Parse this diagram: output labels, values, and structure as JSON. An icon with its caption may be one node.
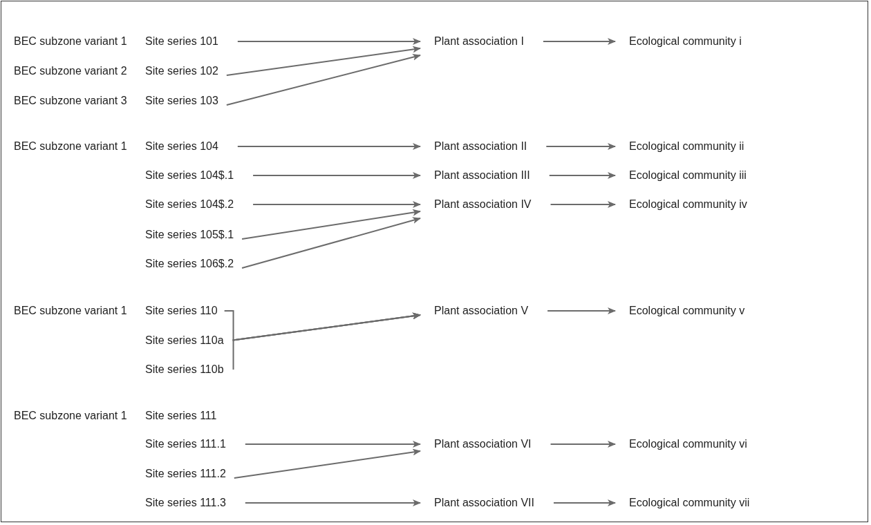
{
  "diagram": {
    "nodes": [
      {
        "text": [
          "Site series 101"
        ]
      },
      {
        "text": [
          "Plant association I"
        ]
      },
      {
        "text": [
          "Ecological community i"
        ]
      },
      {
        "text": [
          "Site series 102"
        ]
      },
      {
        "text": [
          "Site series 103"
        ]
      },
      {
        "text": [
          "Site series 104"
        ]
      },
      {
        "text": [
          "Plant association II"
        ]
      },
      {
        "text": [
          "Ecological community ii"
        ]
      },
      {
        "text": [
          "Site series 104$.1"
        ]
      },
      {
        "text": [
          "Plant association III"
        ]
      },
      {
        "text": [
          "Ecological community iii"
        ]
      },
      {
        "text": [
          "Site series 104$.2"
        ]
      },
      {
        "text": [
          "Plant association IV"
        ]
      },
      {
        "text": [
          "Ecological community iv"
        ]
      },
      {
        "text": [
          "Site series 105$.1"
        ]
      },
      {
        "text": [
          "Site series 106$.2"
        ]
      },
      {
        "text": [
          "Site series 110"
        ]
      },
      {
        "text": [
          "Plant association V"
        ]
      },
      {
        "text": [
          "Ecological community v"
        ]
      },
      {
        "text": [
          "Site series 110a"
        ]
      },
      {
        "text": [
          "Site series 110b"
        ]
      },
      {
        "text": [
          "Site series 111.1"
        ]
      },
      {
        "text": [
          "Plant association VI"
        ]
      },
      {
        "text": [
          "Ecological community vi"
        ]
      },
      {
        "text": [
          "Site series 111.2"
        ]
      },
      {
        "text": [
          "Site series 111.3"
        ]
      },
      {
        "text": [
          "Plant association VII"
        ]
      },
      {
        "text": [
          "Ecological community vii"
        ]
      }
    ],
    "edges": [
      {
        "from": 0,
        "to": 1,
        "arrow": "to"
      },
      {
        "from": 1,
        "to": 2,
        "arrow": "to"
      },
      {
        "from": 3,
        "to": 1,
        "arrow": "to"
      },
      {
        "from": 4,
        "to": 1,
        "arrow": "to"
      },
      {
        "from": 5,
        "to": 6,
        "arrow": "to"
      },
      {
        "from": 6,
        "to": 7,
        "arrow": "to"
      },
      {
        "from": 8,
        "to": 9,
        "arrow": "to"
      },
      {
        "from": 9,
        "to": 10,
        "arrow": "to"
      },
      {
        "from": 11,
        "to": 12,
        "arrow": "to"
      },
      {
        "from": 12,
        "to": 13,
        "arrow": "to"
      },
      {
        "from": 14,
        "to": 12,
        "arrow": "to"
      },
      {
        "from": 15,
        "to": 12,
        "arrow": "to"
      },
      {
        "from": 16,
        "to": 17,
        "arrow": "to"
      },
      {
        "from": 17,
        "to": 18,
        "arrow": "to"
      },
      {
        "from": 19,
        "to": 17,
        "arrow": "to"
      },
      {
        "from": 20,
        "to": 17,
        "arrow": "to"
      },
      {
        "from": 21,
        "to": 22,
        "arrow": "to"
      },
      {
        "from": 22,
        "to": 23,
        "arrow": "to"
      },
      {
        "from": 24,
        "to": 22,
        "arrow": "to"
      },
      {
        "from": 25,
        "to": 26,
        "arrow": "to"
      },
      {
        "from": 26,
        "to": 27,
        "arrow": "to"
      }
    ],
    "labels": [
      "BEC subzone variant 1",
      "BEC subzone variant 2",
      "BEC subzone variant 3",
      "BEC subzone variant 1",
      "BEC subzone variant 1",
      "BEC subzone variant 1",
      "Site series 111"
    ]
  }
}
